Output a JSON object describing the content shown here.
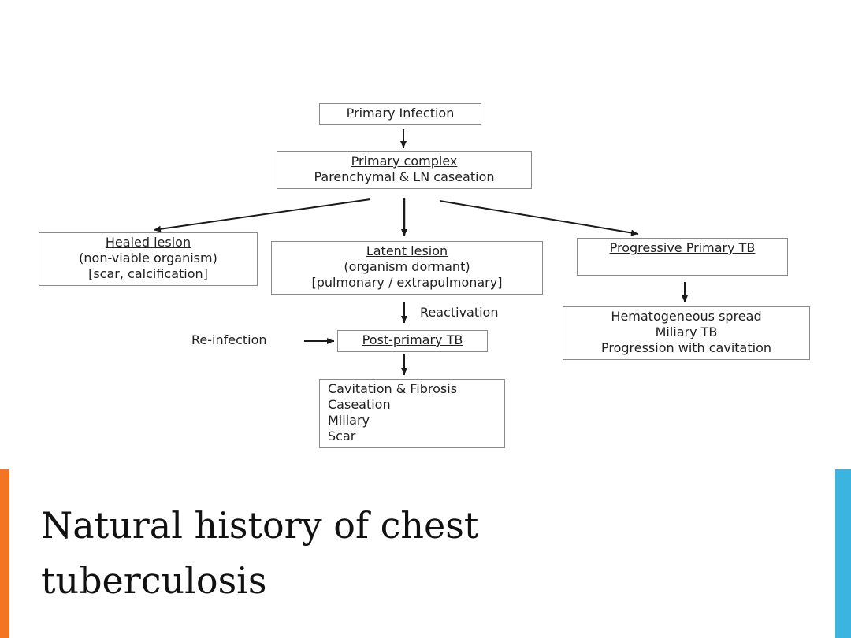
{
  "colors": {
    "accent_left": "#f47521",
    "accent_right": "#3cb4e1",
    "box_border": "#8a8a8a",
    "arrow": "#1a1a1a"
  },
  "diagram": {
    "primary_infection": {
      "lines": [
        "Primary Infection"
      ]
    },
    "primary_complex": {
      "heading": "Primary complex",
      "lines": [
        "Parenchymal & LN caseation"
      ]
    },
    "healed_lesion": {
      "heading": "Healed lesion",
      "lines": [
        "(non-viable organism)",
        "[scar, calcification]"
      ]
    },
    "latent_lesion": {
      "heading": "Latent lesion",
      "lines": [
        "(organism dormant)",
        "[pulmonary / extrapulmonary]"
      ]
    },
    "progressive_primary": {
      "heading": "Progressive Primary TB"
    },
    "hematogeneous": {
      "lines": [
        "Hematogeneous spread",
        "Miliary TB",
        "Progression with cavitation"
      ]
    },
    "post_primary": {
      "heading": "Post-primary TB"
    },
    "outcomes": {
      "lines": [
        "Cavitation & Fibrosis",
        "Caseation",
        "Miliary",
        "Scar"
      ]
    },
    "labels": {
      "reactivation": "Reactivation",
      "reinfection": "Re-infection"
    }
  },
  "slide": {
    "title_line1": "Natural history of chest",
    "title_line2": "tuberculosis"
  }
}
